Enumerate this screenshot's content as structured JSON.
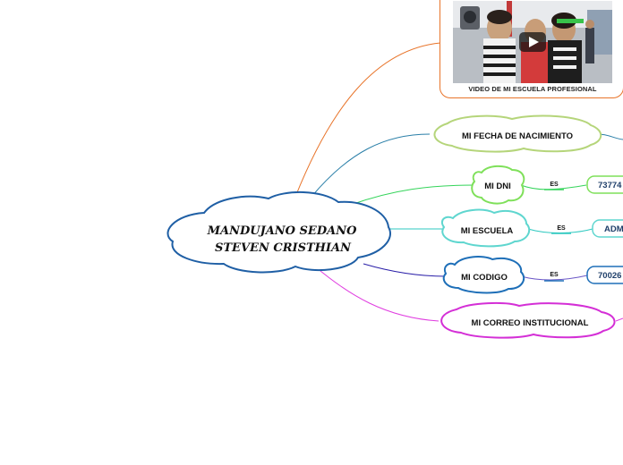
{
  "central": {
    "line1": "MANDUJANO SEDANO",
    "line2": "STEVEN CRISTHIAN"
  },
  "video": {
    "caption": "VIDEO DE MI ESCUELA PROFESIONAL"
  },
  "topics": {
    "fecha": {
      "label": "MI FECHA DE NACIMIENTO",
      "color": "#b5d57a"
    },
    "dni": {
      "label": "MI DNI",
      "color": "#7fe05a",
      "connector": "ES",
      "value": "73774"
    },
    "escuela": {
      "label": "MI ESCUELA",
      "color": "#5fd6cf",
      "connector": "ES",
      "value": "ADM"
    },
    "codigo": {
      "label": "MI CODIGO",
      "color": "#1e6fb8",
      "connector": "ES",
      "value": "70026"
    },
    "correo": {
      "label": "MI CORREO INSTITUCIONAL",
      "color": "#d42fd6"
    }
  },
  "colors": {
    "central_outline": "#1f5fa5",
    "video_branch": "#e8742a",
    "fecha_branch": "#2a7fa8",
    "dni_branch": "#34d45a",
    "escuela_branch": "#2ec9c0",
    "codigo_branch": "#2a1fa8",
    "correo_branch": "#e03ee0"
  },
  "icons": {
    "play": "play-icon"
  }
}
